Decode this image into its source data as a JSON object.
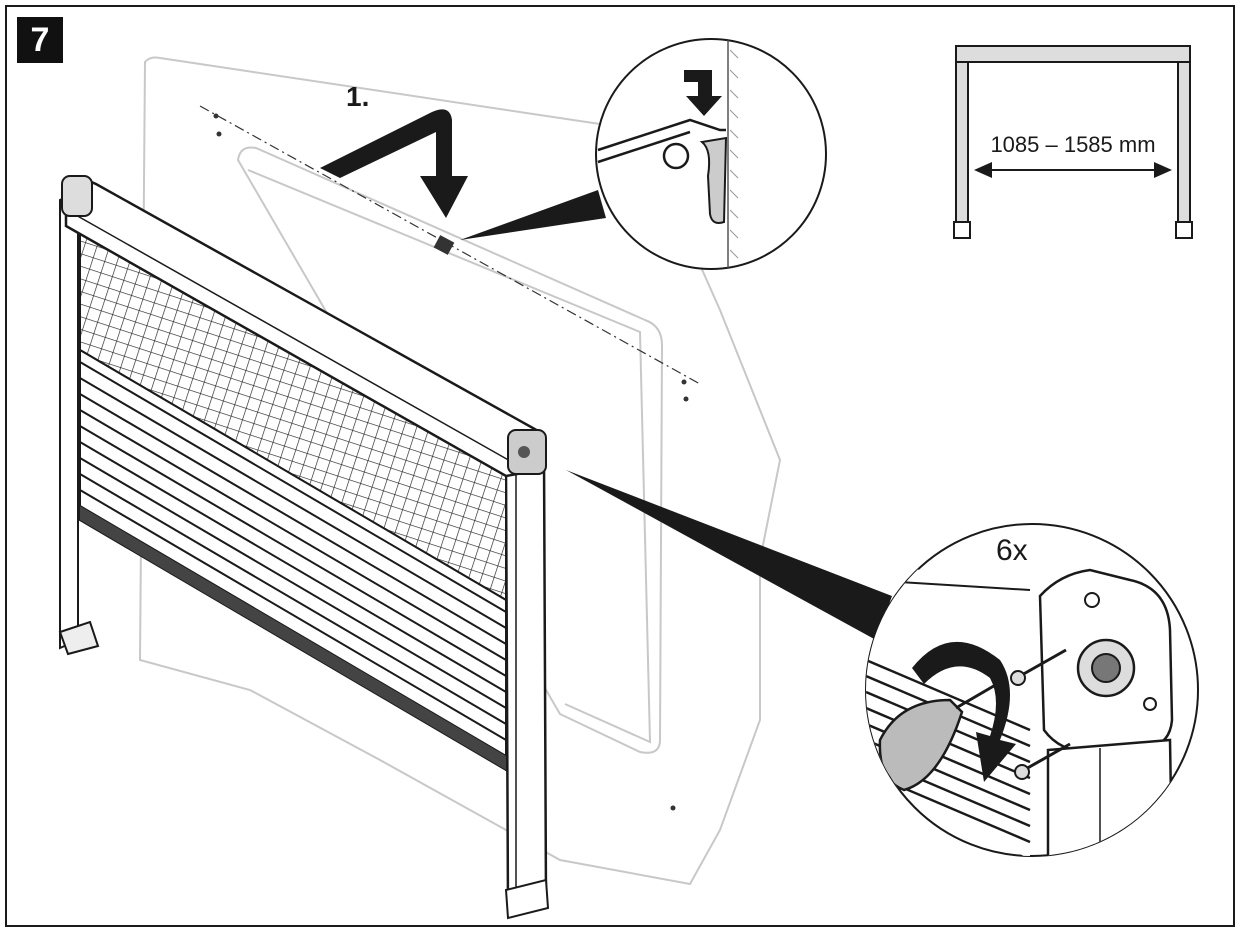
{
  "step": {
    "number": "7"
  },
  "action": {
    "label": "1."
  },
  "dimension": {
    "label": "1085 – 1585 mm"
  },
  "callout": {
    "screw_count": "6x"
  },
  "colors": {
    "ink": "#1a1a1a",
    "ghost": "#c8c8c8",
    "panel": "#ffffff"
  }
}
